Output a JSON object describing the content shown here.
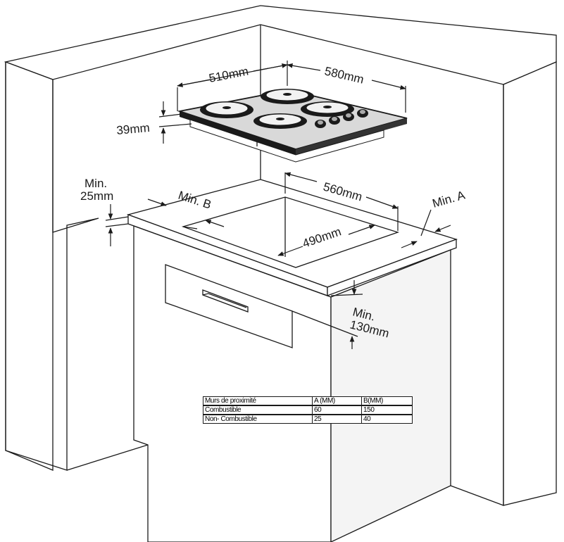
{
  "labels": {
    "hob_width": "510mm",
    "hob_depth": "580mm",
    "hob_height": "39mm",
    "cutout_width": "560mm",
    "cutout_depth": "490mm",
    "min_a": "Min. A",
    "min_b": "Min. B",
    "min_25_line1": "Min.",
    "min_25_line2": "25mm",
    "min_130_line1": "Min.",
    "min_130_line2": "130mm"
  },
  "table": {
    "headers": [
      "Murs de proximité",
      "A (MM)",
      "B(MM)"
    ],
    "rows": [
      [
        "Combustible",
        "60",
        "150"
      ],
      [
        "Non- Combustible",
        "25",
        "40"
      ]
    ]
  }
}
